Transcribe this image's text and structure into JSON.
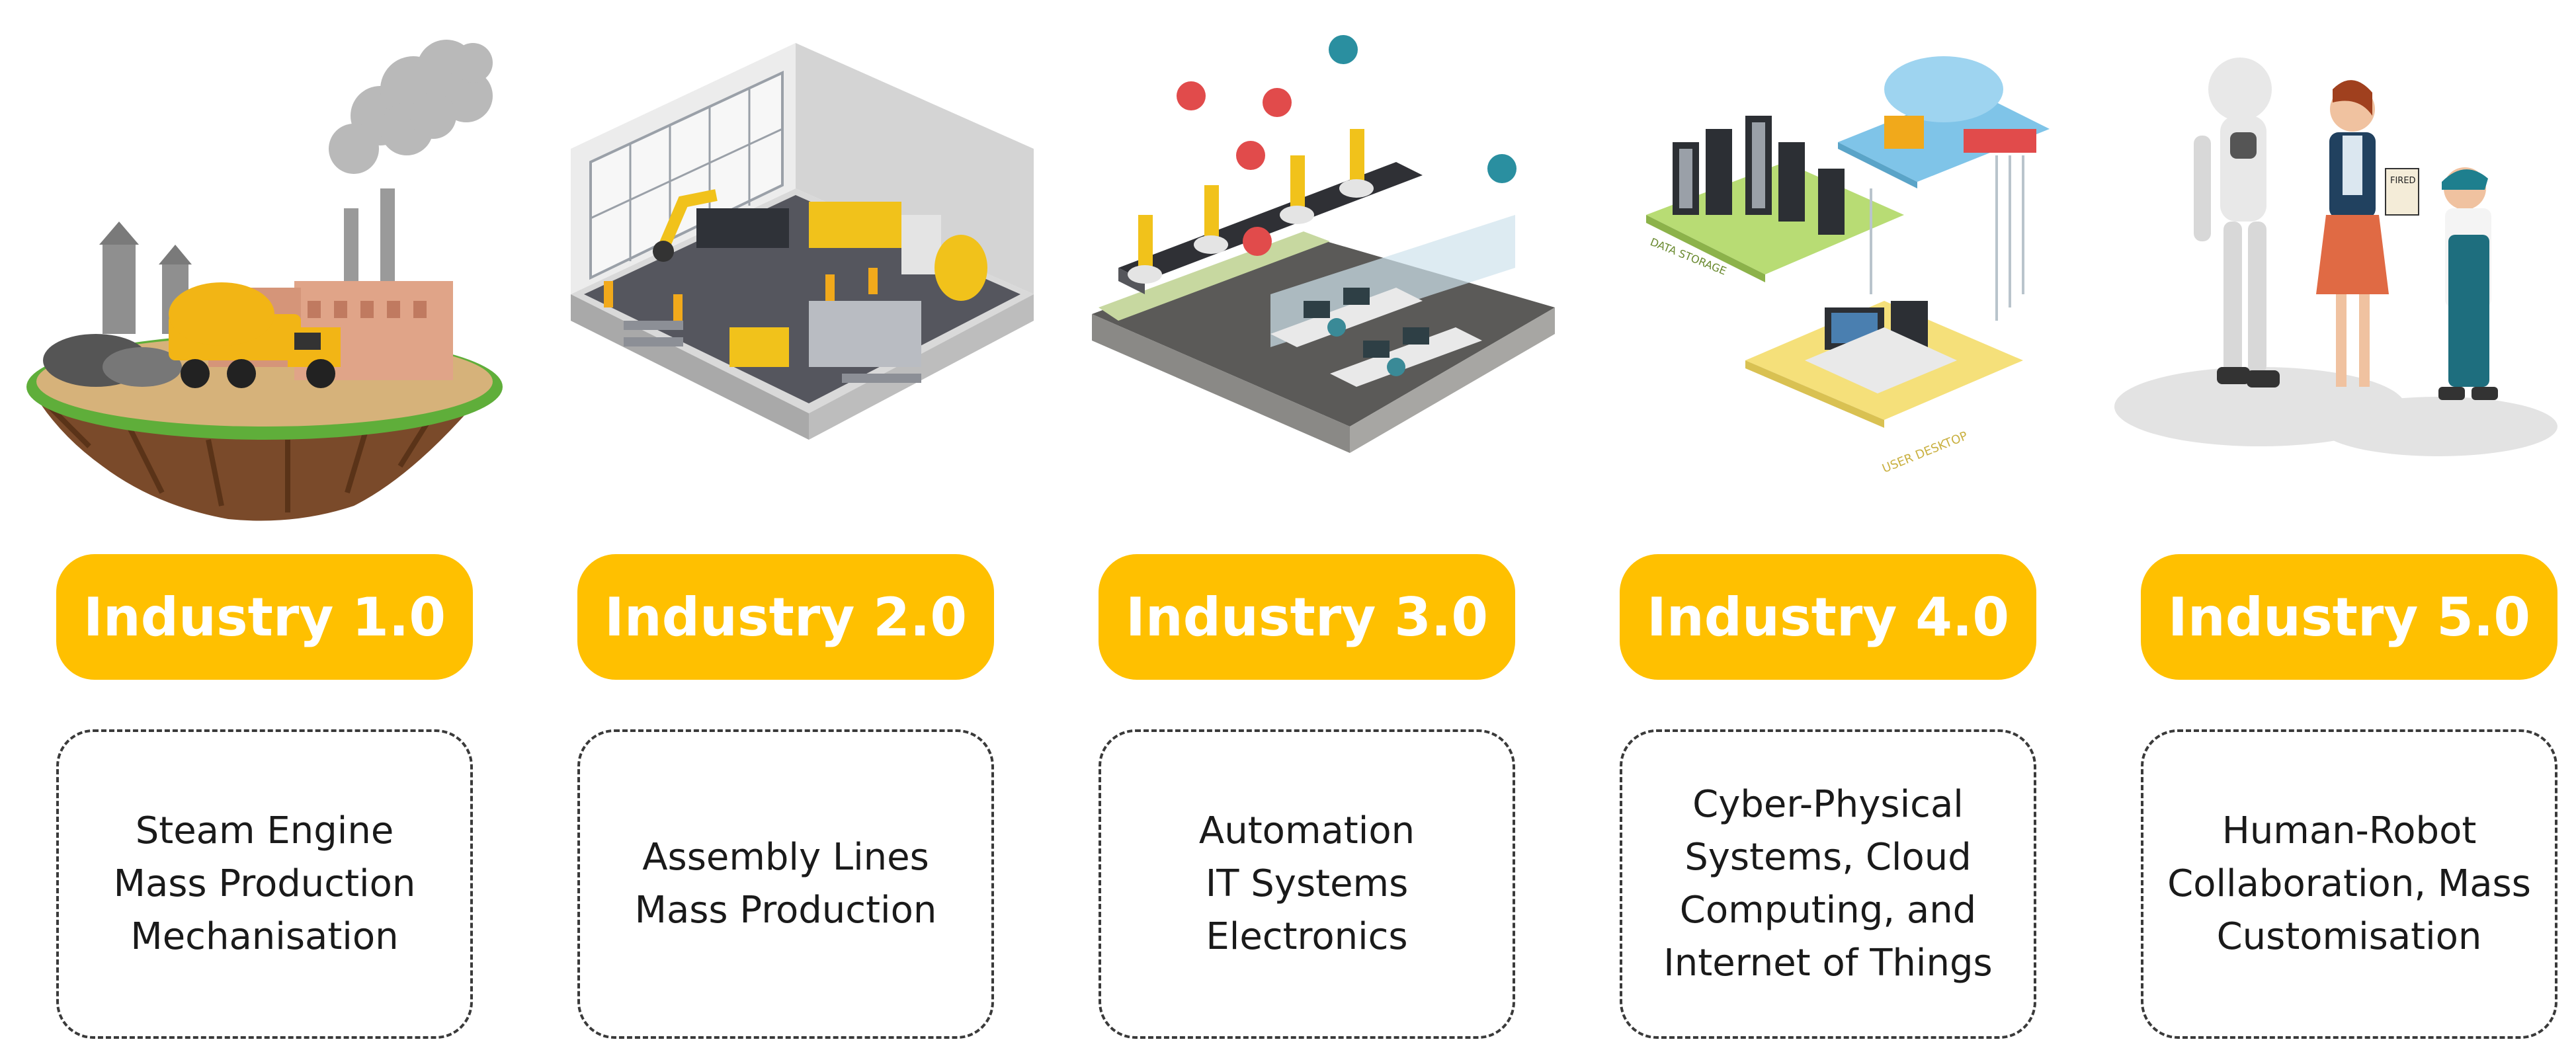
{
  "stages": [
    {
      "label": "Industry 1.0",
      "lines": [
        "Steam Engine",
        "Mass Production",
        "Mechanisation"
      ],
      "illustration": "steam-factory-island-icon"
    },
    {
      "label": "Industry 2.0",
      "lines": [
        "Assembly Lines",
        "Mass Production"
      ],
      "illustration": "assembly-line-factory-icon"
    },
    {
      "label": "Industry 3.0",
      "lines": [
        "Automation",
        "IT Systems",
        "Electronics"
      ],
      "illustration": "automation-control-room-icon"
    },
    {
      "label": "Industry 4.0",
      "lines": [
        "Cyber-Physical",
        "Systems, Cloud",
        "Computing, and",
        "Internet of Things"
      ],
      "illustration": "cloud-data-storage-icon",
      "illustration_labels": [
        "DATA STORAGE",
        "USER DESKTOP"
      ]
    },
    {
      "label": "Industry 5.0",
      "lines": [
        "Human-Robot",
        "Collaboration, Mass",
        "Customisation"
      ],
      "illustration": "human-robot-collaboration-icon",
      "illustration_labels": [
        "FIRED"
      ]
    }
  ],
  "colors": {
    "accent": "#FFC000",
    "pill_text": "#FFFFFF",
    "border": "#3A3A3A",
    "text": "#1A1A1A"
  }
}
